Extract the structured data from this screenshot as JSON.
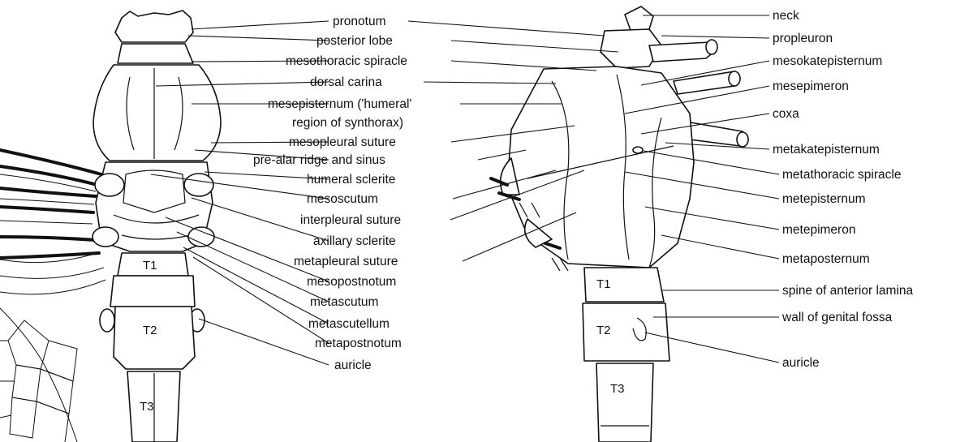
{
  "left_view": {
    "labels": [
      "pronotum",
      "posterior lobe",
      "mesothoracic spiracle",
      "dorsal carina",
      "mesepisternum ('humeral'",
      "region of synthorax)",
      "mesopleural suture",
      "pre-alar ridge and sinus",
      "humeral sclerite",
      "mesoscutum",
      "interpleural suture",
      "axillary sclerite",
      "metapleural suture",
      "mesopostnotum",
      "metascutum",
      "metascutellum",
      "metapostnotum",
      "auricle"
    ],
    "segments": [
      "T1",
      "T2",
      "T3"
    ]
  },
  "right_view": {
    "labels": [
      "neck",
      "propleuron",
      "mesokatepisternum",
      "mesepimeron",
      "coxa",
      "metakatepisternum",
      "metathoracic spiracle",
      "metepisternum",
      "metepimeron",
      "metaposternum",
      "spine of anterior lamina",
      "wall of genital fossa",
      "auricle"
    ],
    "segments": [
      "T1",
      "T2",
      "T3"
    ]
  }
}
